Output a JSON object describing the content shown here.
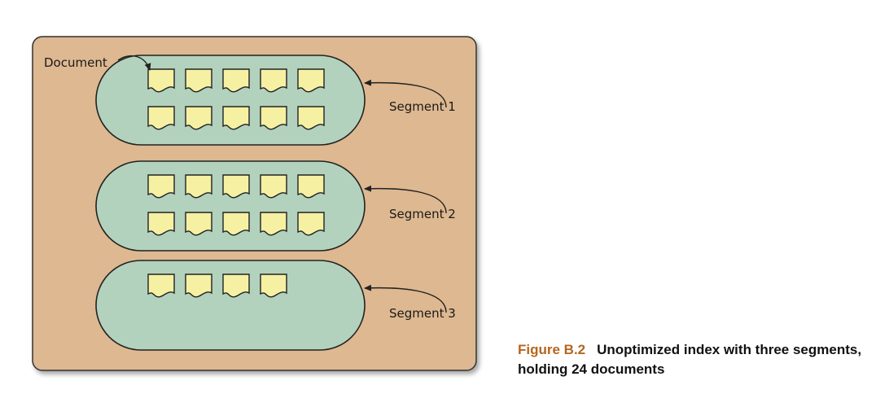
{
  "colors": {
    "index_fill": "#deb890",
    "segment_fill": "#b2d2bd",
    "document_fill": "#f6f0a2",
    "outline": "#222222",
    "caption_accent": "#b5651d"
  },
  "labels": {
    "document": "Document"
  },
  "segments": [
    {
      "label": "Segment 1",
      "document_count": 10
    },
    {
      "label": "Segment 2",
      "document_count": 10
    },
    {
      "label": "Segment 3",
      "document_count": 4
    }
  ],
  "caption": {
    "number": "Figure B.2",
    "text": "Unoptimized index with three segments, holding 24 documents"
  }
}
